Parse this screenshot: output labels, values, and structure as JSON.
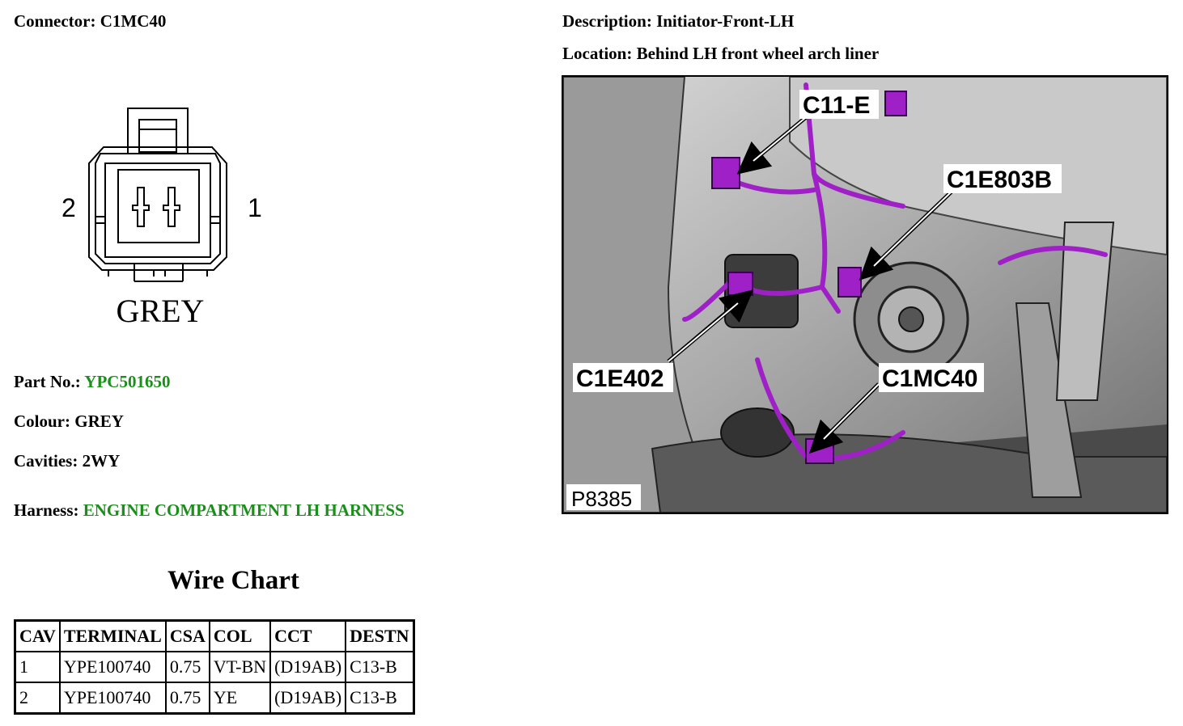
{
  "connector": {
    "label": "Connector:",
    "value": "C1MC40"
  },
  "description": {
    "label": "Description:",
    "value": "Initiator-Front-LH"
  },
  "location": {
    "label": "Location:",
    "value": "Behind LH front wheel arch liner"
  },
  "pinout": {
    "pin_left": "2",
    "pin_right": "1",
    "colour_text": "GREY"
  },
  "part_no": {
    "label": "Part No.:",
    "value": "YPC501650"
  },
  "colour": {
    "label": "Colour:",
    "value": "GREY"
  },
  "cavities": {
    "label": "Cavities:",
    "value": "2WY"
  },
  "harness": {
    "label": "Harness:",
    "value": "ENGINE COMPARTMENT LH HARNESS"
  },
  "wire_chart": {
    "title": "Wire Chart",
    "headers": [
      "CAV",
      "TERMINAL",
      "CSA",
      "COL",
      "CCT",
      "DESTN"
    ],
    "rows": [
      [
        "1",
        "YPE100740",
        "0.75",
        "VT-BN",
        "(D19AB)",
        "C13-B"
      ],
      [
        "2",
        "YPE100740",
        "0.75",
        "YE",
        "(D19AB)",
        "C13-B"
      ]
    ]
  },
  "photo": {
    "callouts": {
      "c1": "C11-E",
      "c2": "C1E803B",
      "c3": "C1E402",
      "c4": "C1MC40"
    },
    "figure_id": "P8385"
  },
  "colors": {
    "link_green": "#1a8f1a",
    "harness_purple": "#a020c8"
  }
}
